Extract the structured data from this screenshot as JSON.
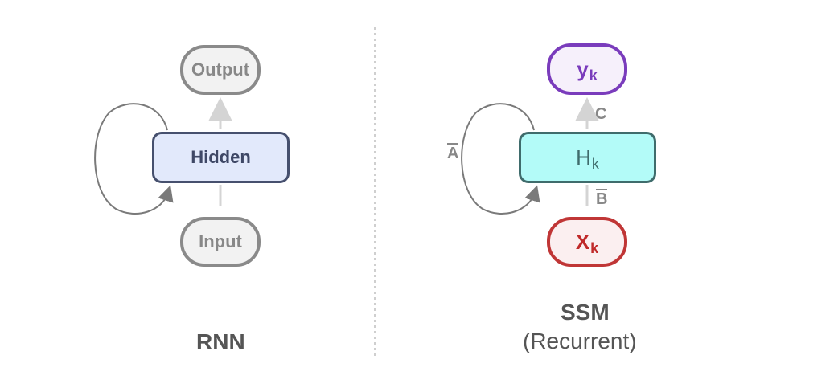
{
  "rnn": {
    "output_label": "Output",
    "hidden_label": "Hidden",
    "input_label": "Input",
    "title": "RNN"
  },
  "ssm": {
    "y_label": "y",
    "y_sub": "k",
    "h_label": "H",
    "h_sub": "k",
    "x_label": "X",
    "x_sub": "k",
    "c_label": "C",
    "b_label": "B",
    "a_label": "A",
    "title": "SSM",
    "subtitle": "(Recurrent)"
  },
  "colors": {
    "rnn_hidden_fill": "#e2e9fb",
    "rnn_hidden_border": "#46506e",
    "ssm_h_fill": "#b3fbf8",
    "ssm_h_border": "#3f6c6c",
    "ssm_y_border": "#7a3cbc",
    "ssm_x_border": "#c03636",
    "neutral_gray": "#8a8a8a"
  }
}
